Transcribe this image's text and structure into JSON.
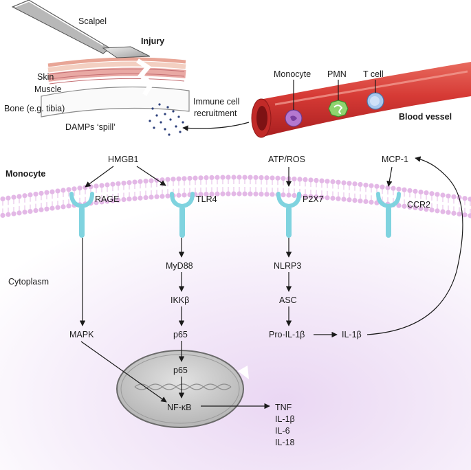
{
  "injury": {
    "scalpel": "Scalpel",
    "title": "Injury",
    "skin": "Skin",
    "muscle": "Muscle",
    "bone": "Bone (e.g. tibia)",
    "damps": "DAMPs ‘spill’"
  },
  "vessel": {
    "monocyte": "Monocyte",
    "pmn": "PMN",
    "tcell": "T cell",
    "title": "Blood vessel",
    "recruitment_line1": "Immune cell",
    "recruitment_line2": "recruitment"
  },
  "cell": {
    "title": "Monocyte",
    "cytoplasm": "Cytoplasm"
  },
  "ligands": {
    "hmgb1": "HMGB1",
    "atp_ros": "ATP/ROS",
    "mcp1": "MCP-1"
  },
  "receptors": {
    "rage": "RAGE",
    "tlr4": "TLR4",
    "p2x7": "P2X7",
    "ccr2": "CCR2"
  },
  "pathway": {
    "myd88": "MyD88",
    "ikkb": "IKKβ",
    "p65_cyto": "p65",
    "p65_nuc": "p65",
    "mapk": "MAPK",
    "nfkb": "NF-κB",
    "nlrp3": "NLRP3",
    "asc": "ASC",
    "pro_il1b": "Pro-IL-1β",
    "il1b": "IL-1β"
  },
  "outputs": [
    "TNF",
    "IL-1β",
    "IL-6",
    "IL-18"
  ],
  "colors": {
    "vessel": "#d63a35",
    "receptor": "#7fd3df",
    "membrane": "#e3b8e6",
    "cytoplasm": "#f1e4f6",
    "monocyte_cell": "#b478d0",
    "pmn_cell": "#8fd46f",
    "tcell_cell": "#a8c8ee",
    "nucleus": "#cfcfcf",
    "damps": "#2c3f7a"
  }
}
